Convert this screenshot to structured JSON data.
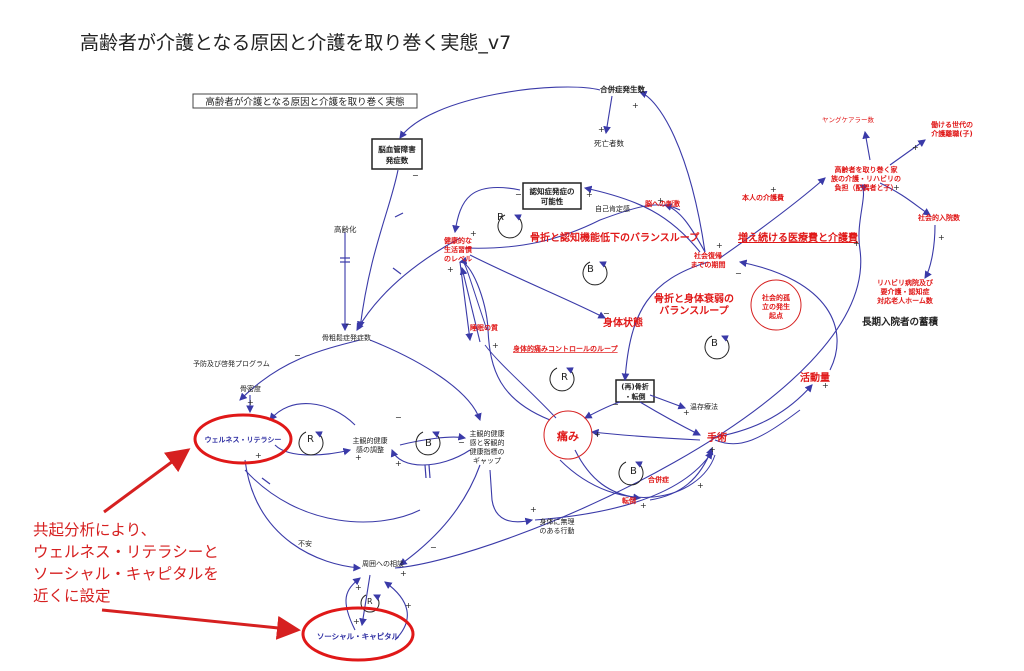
{
  "title": "高齢者が介護となる原因と介護を取り巻く実態_v7",
  "inner_title": "高齢者が介護となる原因と介護を取り巻く実態",
  "nodes": {
    "complication_count": "合併症発生数",
    "death_count": "死亡者数",
    "cerebro_count_l1": "脳血管障害",
    "cerebro_count_l2": "発症数",
    "dementia_l1": "認知症発症の",
    "dementia_l2": "可能性",
    "self_esteem": "自己肯定感",
    "brain_stim": "脳への刺激",
    "aging": "高齢化",
    "healthy_life_l1": "健康的な",
    "healthy_life_l2": "生活習慣",
    "healthy_life_l3": "のレベル",
    "osteo_count": "骨粗鬆症発症数",
    "prevention_program": "予防及び啓発プログラム",
    "osteoporosis": "骨密度",
    "wellness": "ウェルネス・リテラシー",
    "adjust_l1": "主観的健康",
    "adjust_l2": "感の調整",
    "gap_l1": "主観的健康",
    "gap_l2": "感と客観的",
    "gap_l3": "健康指標の",
    "gap_l4": "ギャップ",
    "anxiety": "不安",
    "consult": "周囲への相談",
    "social_capital": "ソーシャル・キャピタル",
    "social_return_l1": "社会復帰",
    "social_return_l2": "までの期間",
    "self_care": "本人の介護費",
    "family_burden_l1": "高齢者を取り巻く家",
    "family_burden_l2": "族の介護・リハビリの",
    "family_burden_l3": "負担（配偶者と子）",
    "young_carer": "ヤングケアラー数",
    "working_gen_l1": "働ける世代の",
    "working_gen_l2": "介護離職(子)",
    "social_entry": "社会的入院数",
    "rehab_l1": "リハビリ病院及び",
    "rehab_l2": "要介護・認知症",
    "rehab_l3": "対応老人ホーム数",
    "long_stay": "長期入院者の蓄積",
    "rising_cost": "増え続ける医療費と介護費",
    "fracture_loop": "骨折と認知機能低下のバランスループ",
    "body_loop_l1": "骨折と身体衰弱の",
    "body_loop_l2": "バランスループ",
    "social_isolation_l1": "社会的孤",
    "social_isolation_l2": "立の発生",
    "social_isolation_l3": "起点",
    "physical_state": "身体状態",
    "sleep_quality": "睡眠の質",
    "pain_control": "身体的痛みコントロールのループ",
    "refracture_l1": "(再)骨折",
    "refracture_l2": "・転倒",
    "conservative": "温存療法",
    "pain": "痛み",
    "surgery": "手術",
    "activity": "活動量",
    "complication": "合併症",
    "fall": "転倒",
    "overexertion_l1": "身体に無理",
    "overexertion_l2": "のある行動"
  },
  "loops": {
    "R": "R",
    "B": "B"
  },
  "signs": {
    "plus": "+",
    "minus": "−"
  },
  "annotation": {
    "line1": "共起分析により、",
    "line2": "ウェルネス・リテラシーと",
    "line3": "ソーシャル・キャピタルを",
    "line4": "近くに設定"
  },
  "colors": {
    "arrow": "#3a3aa8",
    "red": "#d62020",
    "text": "#222222",
    "node_red": "#e01818"
  }
}
